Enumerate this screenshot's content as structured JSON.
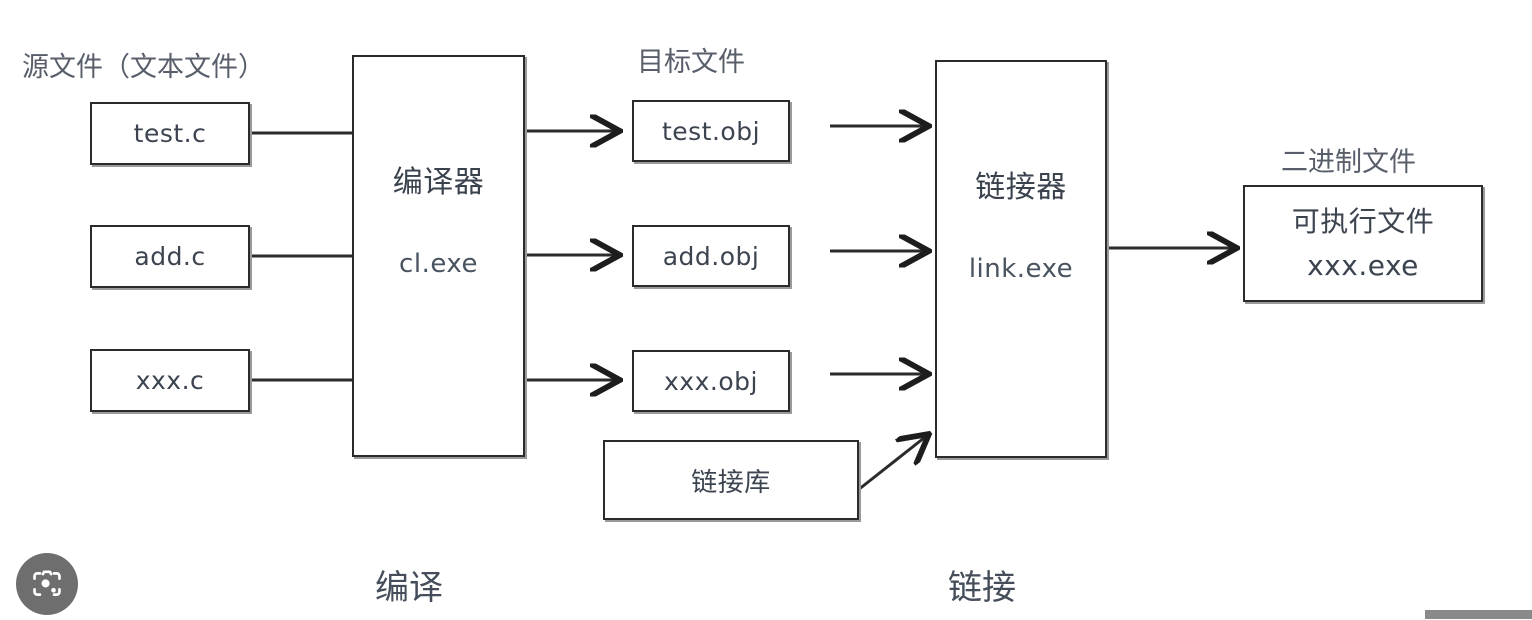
{
  "diagram": {
    "title": "C compilation and linking process",
    "captions": {
      "source_files": "源文件（文本文件）",
      "object_files": "目标文件",
      "binary_file": "二进制文件"
    },
    "stage_labels": {
      "compile": "编译",
      "link": "链接"
    },
    "source_nodes": [
      {
        "label": "test.c"
      },
      {
        "label": "add.c"
      },
      {
        "label": "xxx.c"
      }
    ],
    "compiler": {
      "title": "编译器",
      "program": "cl.exe"
    },
    "object_nodes": [
      {
        "label": "test.obj"
      },
      {
        "label": "add.obj"
      },
      {
        "label": "xxx.obj"
      }
    ],
    "library": {
      "label": "链接库"
    },
    "linker": {
      "title": "链接器",
      "program": "link.exe"
    },
    "output": {
      "line1": "可执行文件",
      "line2": "xxx.exe"
    },
    "colors": {
      "background": "#ffffff",
      "box_border": "#2b2b2b",
      "box_shadow": "#9a9a9a",
      "text": "#3c4450",
      "caption_text": "#585f6b",
      "connector": "#2b2b2b",
      "lens_button": "#6e6e6e",
      "scrollbar": "#8a8a8a"
    }
  },
  "overlay": {
    "lens_button_name": "google-lens-button"
  }
}
